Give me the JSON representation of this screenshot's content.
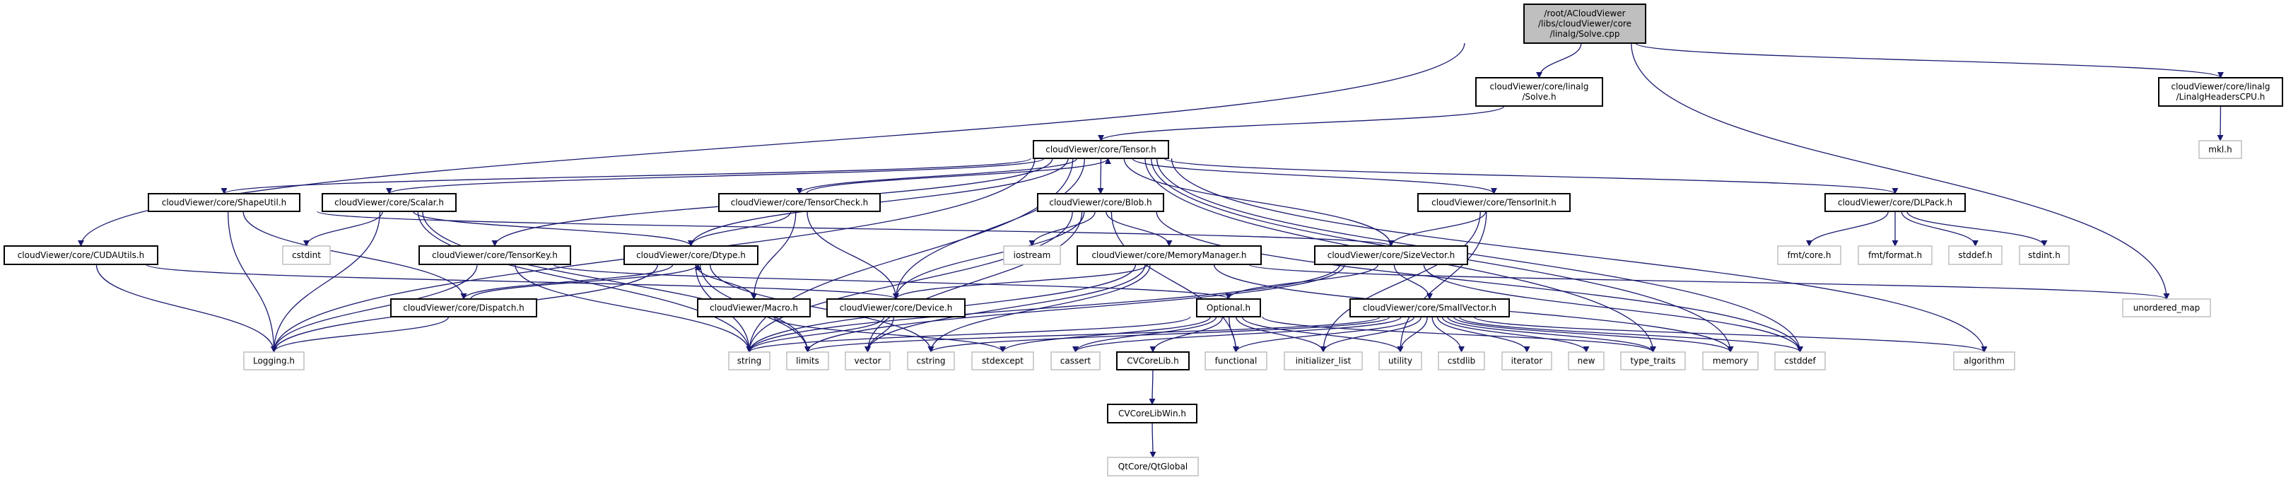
{
  "graph": {
    "colors": {
      "edge": "#191970",
      "root_fill": "#bfbfbf",
      "doc_border": "#000000",
      "ext_border": "#bfbfbf"
    },
    "nodes": [
      {
        "id": "solve_cpp",
        "kind": "root",
        "lines": [
          "/root/ACloudViewer",
          "/libs/cloudViewer/core",
          "/linalg/Solve.cpp"
        ]
      },
      {
        "id": "solve_h",
        "kind": "doc",
        "lines": [
          "cloudViewer/core/linalg",
          "/Solve.h"
        ]
      },
      {
        "id": "linalg_cpu",
        "kind": "doc",
        "lines": [
          "cloudViewer/core/linalg",
          "/LinalgHeadersCPU.h"
        ]
      },
      {
        "id": "mkl",
        "kind": "ext",
        "lines": [
          "mkl.h"
        ]
      },
      {
        "id": "tensor",
        "kind": "doc",
        "lines": [
          "cloudViewer/core/Tensor.h"
        ]
      },
      {
        "id": "shapeutil",
        "kind": "doc",
        "lines": [
          "cloudViewer/core/ShapeUtil.h"
        ]
      },
      {
        "id": "scalar",
        "kind": "doc",
        "lines": [
          "cloudViewer/core/Scalar.h"
        ]
      },
      {
        "id": "tensorcheck",
        "kind": "doc",
        "lines": [
          "cloudViewer/core/TensorCheck.h"
        ]
      },
      {
        "id": "blob",
        "kind": "doc",
        "lines": [
          "cloudViewer/core/Blob.h"
        ]
      },
      {
        "id": "tensorinit",
        "kind": "doc",
        "lines": [
          "cloudViewer/core/TensorInit.h"
        ]
      },
      {
        "id": "dlpack",
        "kind": "doc",
        "lines": [
          "cloudViewer/core/DLPack.h"
        ]
      },
      {
        "id": "cudautils",
        "kind": "doc",
        "lines": [
          "cloudViewer/core/CUDAUtils.h"
        ]
      },
      {
        "id": "cstdint",
        "kind": "ext",
        "lines": [
          "cstdint"
        ]
      },
      {
        "id": "tensorkey",
        "kind": "doc",
        "lines": [
          "cloudViewer/core/TensorKey.h"
        ]
      },
      {
        "id": "dtype",
        "kind": "doc",
        "lines": [
          "cloudViewer/core/Dtype.h"
        ]
      },
      {
        "id": "iostream",
        "kind": "ext",
        "lines": [
          "iostream"
        ]
      },
      {
        "id": "memorymanager",
        "kind": "doc",
        "lines": [
          "cloudViewer/core/MemoryManager.h"
        ]
      },
      {
        "id": "sizevector",
        "kind": "doc",
        "lines": [
          "cloudViewer/core/SizeVector.h"
        ]
      },
      {
        "id": "fmt_core",
        "kind": "ext",
        "lines": [
          "fmt/core.h"
        ]
      },
      {
        "id": "fmt_format",
        "kind": "ext",
        "lines": [
          "fmt/format.h"
        ]
      },
      {
        "id": "stddef_h",
        "kind": "ext",
        "lines": [
          "stddef.h"
        ]
      },
      {
        "id": "stdint_h",
        "kind": "ext",
        "lines": [
          "stdint.h"
        ]
      },
      {
        "id": "dispatch",
        "kind": "doc",
        "lines": [
          "cloudViewer/core/Dispatch.h"
        ]
      },
      {
        "id": "macro",
        "kind": "doc",
        "lines": [
          "cloudViewer/Macro.h"
        ]
      },
      {
        "id": "device",
        "kind": "doc",
        "lines": [
          "cloudViewer/core/Device.h"
        ]
      },
      {
        "id": "optional",
        "kind": "doc",
        "lines": [
          "Optional.h"
        ]
      },
      {
        "id": "smallvector",
        "kind": "doc",
        "lines": [
          "cloudViewer/core/SmallVector.h"
        ]
      },
      {
        "id": "unordered_map",
        "kind": "ext",
        "lines": [
          "unordered_map"
        ]
      },
      {
        "id": "logging",
        "kind": "ext",
        "lines": [
          "Logging.h"
        ]
      },
      {
        "id": "string",
        "kind": "ext",
        "lines": [
          "string"
        ]
      },
      {
        "id": "limits",
        "kind": "ext",
        "lines": [
          "limits"
        ]
      },
      {
        "id": "vector",
        "kind": "ext",
        "lines": [
          "vector"
        ]
      },
      {
        "id": "cstring",
        "kind": "ext",
        "lines": [
          "cstring"
        ]
      },
      {
        "id": "stdexcept",
        "kind": "ext",
        "lines": [
          "stdexcept"
        ]
      },
      {
        "id": "cassert",
        "kind": "ext",
        "lines": [
          "cassert"
        ]
      },
      {
        "id": "cvcorelib",
        "kind": "doc",
        "lines": [
          "CVCoreLib.h"
        ]
      },
      {
        "id": "functional",
        "kind": "ext",
        "lines": [
          "functional"
        ]
      },
      {
        "id": "initializer_list",
        "kind": "ext",
        "lines": [
          "initializer_list"
        ]
      },
      {
        "id": "utility",
        "kind": "ext",
        "lines": [
          "utility"
        ]
      },
      {
        "id": "cstdlib",
        "kind": "ext",
        "lines": [
          "cstdlib"
        ]
      },
      {
        "id": "iterator",
        "kind": "ext",
        "lines": [
          "iterator"
        ]
      },
      {
        "id": "new",
        "kind": "ext",
        "lines": [
          "new"
        ]
      },
      {
        "id": "type_traits",
        "kind": "ext",
        "lines": [
          "type_traits"
        ]
      },
      {
        "id": "memory",
        "kind": "ext",
        "lines": [
          "memory"
        ]
      },
      {
        "id": "cstddef",
        "kind": "ext",
        "lines": [
          "cstddef"
        ]
      },
      {
        "id": "algorithm",
        "kind": "ext",
        "lines": [
          "algorithm"
        ]
      },
      {
        "id": "cvcorelibwin",
        "kind": "doc",
        "lines": [
          "CVCoreLibWin.h"
        ]
      },
      {
        "id": "qtglobal",
        "kind": "ext",
        "lines": [
          "QtCore/QtGlobal"
        ]
      }
    ],
    "edges": [
      [
        "solve_cpp",
        "solve_h"
      ],
      [
        "solve_cpp",
        "linalg_cpu"
      ],
      [
        "solve_cpp",
        "cudautils"
      ],
      [
        "solve_cpp",
        "unordered_map"
      ],
      [
        "solve_h",
        "tensor"
      ],
      [
        "linalg_cpu",
        "mkl"
      ],
      [
        "tensor",
        "shapeutil"
      ],
      [
        "tensor",
        "scalar"
      ],
      [
        "tensor",
        "tensorcheck"
      ],
      [
        "tensor",
        "blob"
      ],
      [
        "tensor",
        "tensorinit"
      ],
      [
        "tensor",
        "dlpack"
      ],
      [
        "tensor",
        "tensorkey"
      ],
      [
        "tensor",
        "dtype"
      ],
      [
        "tensor",
        "device"
      ],
      [
        "tensor",
        "sizevector"
      ],
      [
        "tensor",
        "string"
      ],
      [
        "tensor",
        "memory"
      ],
      [
        "tensor",
        "cstddef"
      ],
      [
        "tensor",
        "type_traits"
      ],
      [
        "tensor",
        "algorithm"
      ],
      [
        "tensor",
        "logging"
      ],
      [
        "tensorcheck",
        "tensor"
      ],
      [
        "shapeutil",
        "logging"
      ],
      [
        "shapeutil",
        "sizevector"
      ],
      [
        "shapeutil",
        "dispatch"
      ],
      [
        "scalar",
        "logging"
      ],
      [
        "scalar",
        "cstdint"
      ],
      [
        "scalar",
        "dtype"
      ],
      [
        "scalar",
        "string"
      ],
      [
        "scalar",
        "limits"
      ],
      [
        "tensorcheck",
        "dtype"
      ],
      [
        "tensorcheck",
        "device"
      ],
      [
        "tensorcheck",
        "macro"
      ],
      [
        "blob",
        "device"
      ],
      [
        "blob",
        "memorymanager"
      ],
      [
        "blob",
        "iostream"
      ],
      [
        "blob",
        "string"
      ],
      [
        "blob",
        "vector"
      ],
      [
        "blob",
        "functional"
      ],
      [
        "blob",
        "cstddef"
      ],
      [
        "tensorinit",
        "sizevector"
      ],
      [
        "tensorinit",
        "initializer_list"
      ],
      [
        "tensorinit",
        "utility"
      ],
      [
        "dlpack",
        "fmt_core"
      ],
      [
        "dlpack",
        "fmt_format"
      ],
      [
        "dlpack",
        "stddef_h"
      ],
      [
        "dlpack",
        "stdint_h"
      ],
      [
        "cudautils",
        "logging"
      ],
      [
        "cudautils",
        "device"
      ],
      [
        "tensorkey",
        "logging"
      ],
      [
        "tensorkey",
        "string"
      ],
      [
        "tensorkey",
        "optional"
      ],
      [
        "dtype",
        "dispatch"
      ],
      [
        "dtype",
        "macro"
      ],
      [
        "dtype",
        "logging"
      ],
      [
        "dtype",
        "string"
      ],
      [
        "dtype",
        "cstring"
      ],
      [
        "dtype",
        "limits"
      ],
      [
        "dispatch",
        "dtype"
      ],
      [
        "dispatch",
        "logging"
      ],
      [
        "macro",
        "stdexcept"
      ],
      [
        "memorymanager",
        "device"
      ],
      [
        "memorymanager",
        "string"
      ],
      [
        "memorymanager",
        "vector"
      ],
      [
        "memorymanager",
        "cstring"
      ],
      [
        "memorymanager",
        "unordered_map"
      ],
      [
        "memorymanager",
        "memory"
      ],
      [
        "sizevector",
        "smallvector"
      ],
      [
        "sizevector",
        "optional"
      ],
      [
        "sizevector",
        "string"
      ],
      [
        "sizevector",
        "cstddef"
      ],
      [
        "sizevector",
        "limits"
      ],
      [
        "device",
        "vector"
      ],
      [
        "device",
        "string"
      ],
      [
        "optional",
        "cvcorelib"
      ],
      [
        "optional",
        "functional"
      ],
      [
        "optional",
        "initializer_list"
      ],
      [
        "optional",
        "utility"
      ],
      [
        "optional",
        "stdexcept"
      ],
      [
        "optional",
        "cassert"
      ],
      [
        "optional",
        "type_traits"
      ],
      [
        "optional",
        "string"
      ],
      [
        "smallvector",
        "algorithm"
      ],
      [
        "smallvector",
        "cassert"
      ],
      [
        "smallvector",
        "cstddef"
      ],
      [
        "smallvector",
        "cstdlib"
      ],
      [
        "smallvector",
        "cstring"
      ],
      [
        "smallvector",
        "functional"
      ],
      [
        "smallvector",
        "initializer_list"
      ],
      [
        "smallvector",
        "iterator"
      ],
      [
        "smallvector",
        "limits"
      ],
      [
        "smallvector",
        "memory"
      ],
      [
        "smallvector",
        "new"
      ],
      [
        "smallvector",
        "type_traits"
      ],
      [
        "smallvector",
        "utility"
      ],
      [
        "cvcorelib",
        "cvcorelibwin"
      ],
      [
        "cvcorelibwin",
        "qtglobal"
      ]
    ]
  }
}
